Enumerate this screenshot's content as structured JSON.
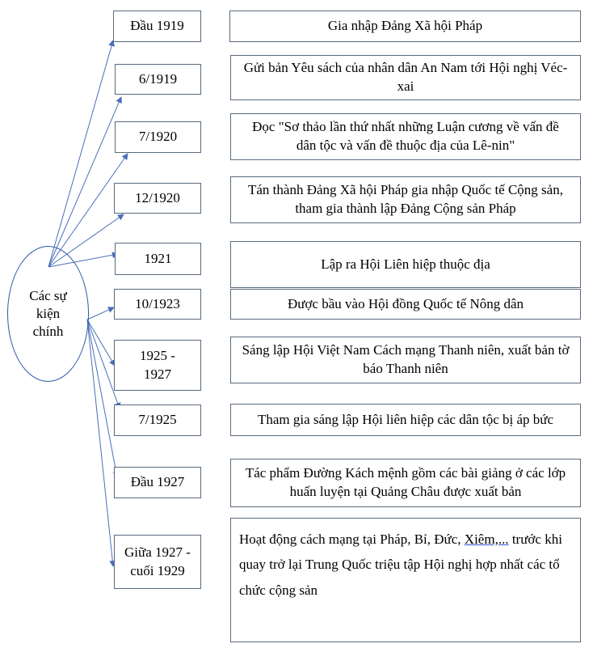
{
  "hub": {
    "label": "Các sự kiện chính"
  },
  "events": [
    {
      "date": "Đầu 1919",
      "text": "Gia nhập Đảng Xã hội Pháp"
    },
    {
      "date": "6/1919",
      "text": "Gửi bản Yêu sách của nhân dân An Nam tới Hội nghị Véc-xai"
    },
    {
      "date": "7/1920",
      "text": "Đọc \"Sơ thảo lần thứ nhất những Luận cương về vấn đề dân tộc và vấn đề thuộc địa của Lê-nin\""
    },
    {
      "date": "12/1920",
      "text": "Tán thành Đảng Xã hội Pháp gia nhập Quốc tế Cộng sản, tham gia thành lập Đảng Cộng sản Pháp"
    },
    {
      "date": "1921",
      "text": "Lập ra Hội Liên hiệp thuộc địa"
    },
    {
      "date": "10/1923",
      "text": "Được bầu vào Hội đồng Quốc tế Nông dân"
    },
    {
      "date": "1925 - 1927",
      "text": "Sáng lập Hội Việt Nam Cách mạng Thanh niên, xuất bản tờ báo Thanh niên"
    },
    {
      "date": "7/1925",
      "text": "Tham gia sáng lập Hội liên hiệp các dân tộc bị áp bức"
    },
    {
      "date": "Đầu 1927",
      "text": "Tác phẩm Đường Kách mệnh gồm các bài giảng ở các lớp huấn luyện tại Quảng Châu được xuất bản"
    },
    {
      "date": "Giữa 1927 - cuối 1929",
      "text_parts": {
        "before": "Hoạt động cách mạng tại Pháp, Bỉ, Đức, ",
        "underlined": "Xiêm,...",
        "after": " trước khi quay trở lại Trung Quốc triệu tập Hội nghị hợp nhất các tổ chức cộng sản"
      }
    }
  ],
  "colors": {
    "arrow": "#4a6fb8",
    "box_border": "#5a6a7e",
    "hub_border": "#2e57a6"
  }
}
